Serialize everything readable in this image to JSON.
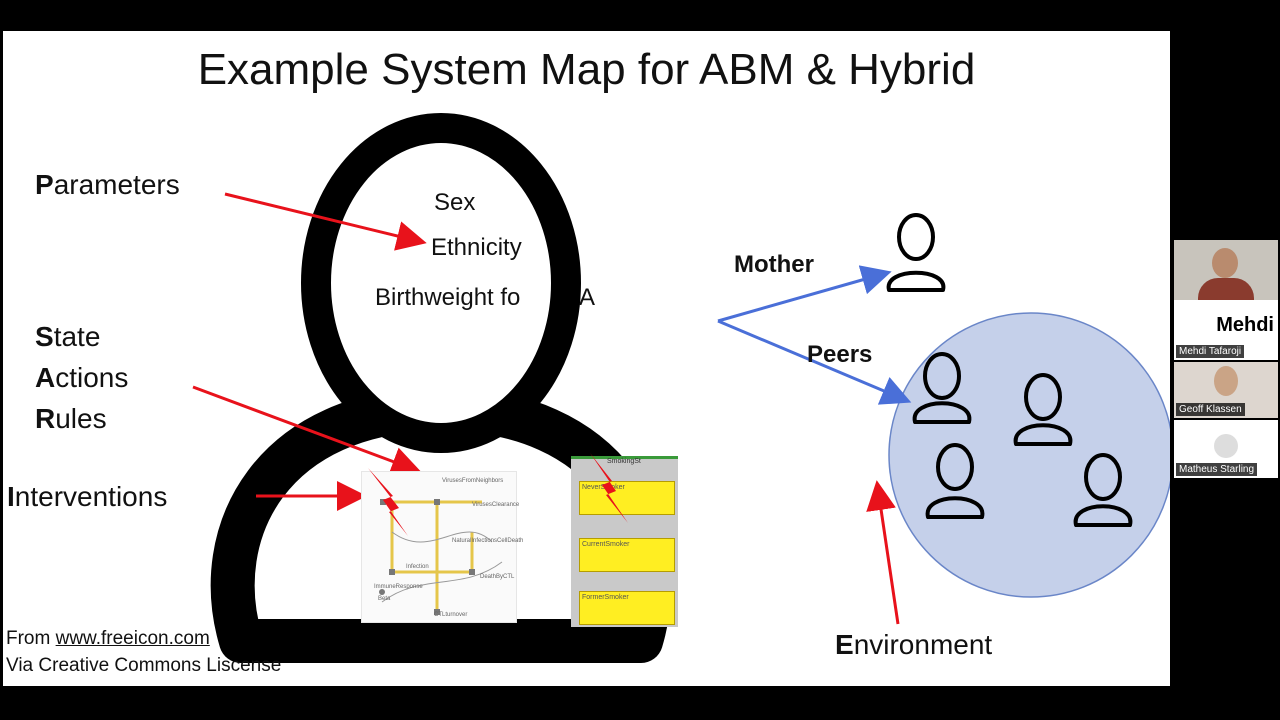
{
  "slide": {
    "title": "Example System Map for ABM & Hybrid",
    "labels": {
      "parameters_first": "P",
      "parameters_rest": "arameters",
      "state_first": "S",
      "state_rest": "tate",
      "actions_first": "A",
      "actions_rest": "ctions",
      "rules_first": "R",
      "rules_rest": "ules",
      "interventions_first": "I",
      "interventions_rest": "nterventions",
      "environment_first": "E",
      "environment_rest": "nvironment"
    },
    "head_text": {
      "sex": "Sex",
      "ethnicity": "Ethnicity",
      "birthweight": "Birthweight fo",
      "birthweight_tail": "A"
    },
    "network": {
      "mother": "Mother",
      "peers": "Peers"
    },
    "credit": {
      "from": "From ",
      "url": "www.freeicon.com",
      "license": "Via Creative Commons Liscense"
    },
    "state_chart": {
      "header": "SmokingSt",
      "states": [
        "NeverSmoker",
        "CurrentSmoker",
        "FormerSmoker"
      ]
    },
    "model_diagram": {
      "labels": [
        "VirusesFromNeighbors",
        "VirusesClearance",
        "Infection",
        "NaturalInfectionsCellDeath",
        "DeathByCTL",
        "Beta",
        "ImmuneResponse",
        "CTLturnover"
      ]
    },
    "colors": {
      "arrow_red": "#e8121b",
      "arrow_blue": "#4a6fd8",
      "environment_fill": "#c5d0ea",
      "state_yellow": "#ffee22"
    }
  },
  "participants": [
    {
      "name": "Mehdi Tafaroji",
      "big_label": "Mehdi"
    },
    {
      "name": "Geoff Klassen"
    },
    {
      "name": "Matheus Starling"
    }
  ]
}
